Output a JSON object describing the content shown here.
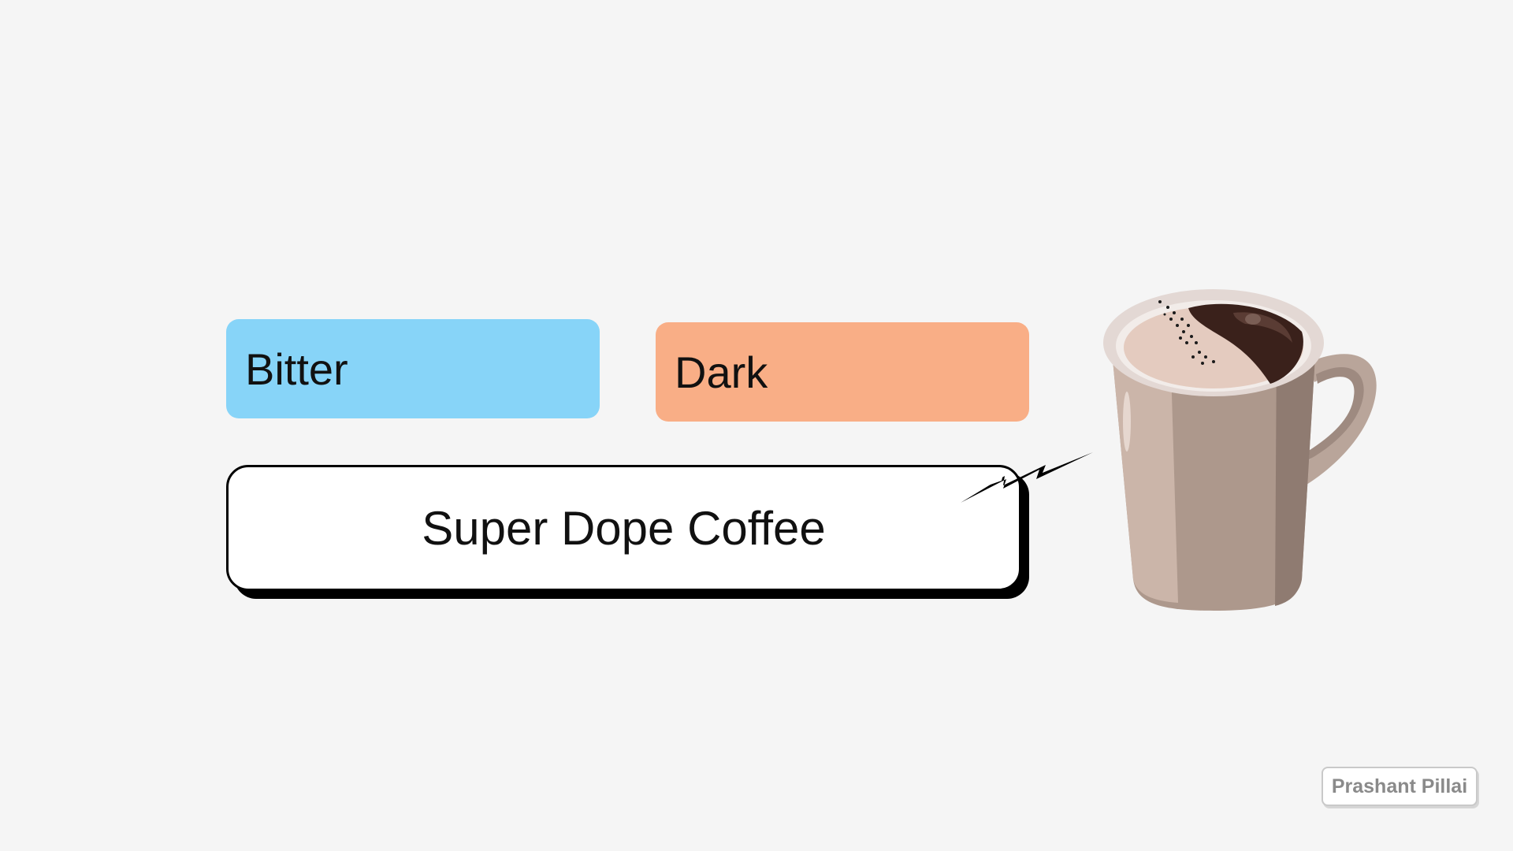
{
  "tags": [
    {
      "label": "Bitter",
      "color": "#87d4f8"
    },
    {
      "label": "Dark",
      "color": "#f9ae86"
    }
  ],
  "title": "Super Dope Coffee",
  "icons": {
    "bolt": "lightning-bolt-icon",
    "mug": "coffee-mug-icon"
  },
  "watermark": "Prashant Pillai"
}
